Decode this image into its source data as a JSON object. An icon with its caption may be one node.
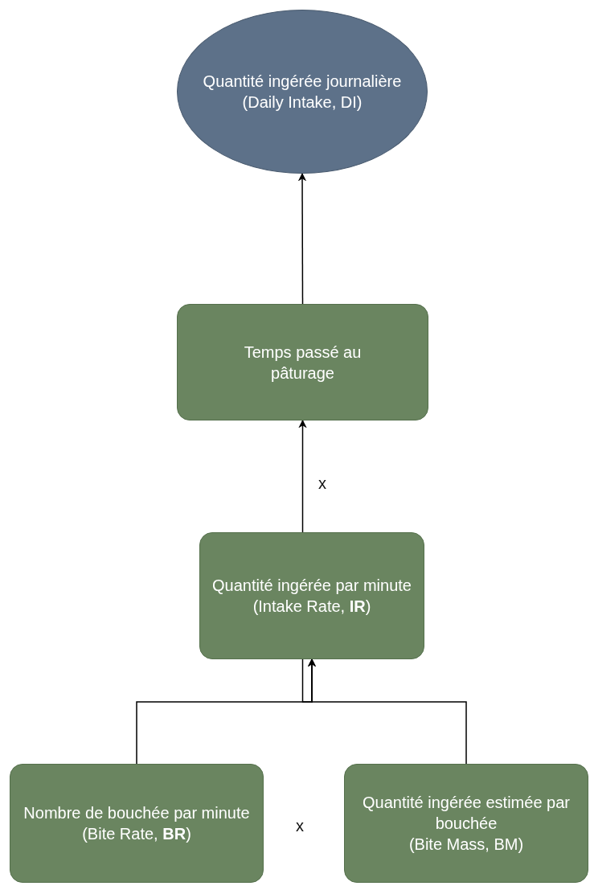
{
  "diagram": {
    "nodes": [
      {
        "text": [
          "Quantité ingérée journalière",
          "(Daily Intake, DI)"
        ]
      },
      {
        "text": [
          "Temps passé au pâturage"
        ]
      },
      {
        "text": [
          "Quantité ingérée par minute",
          "(Intake Rate, **IR**)"
        ]
      },
      {
        "text": [
          "Nombre de bouchée par minute",
          "(Bite Rate, **BR**)"
        ]
      },
      {
        "text": [
          "Quantité ingérée estimée par bouchée",
          "(Bite Mass, BM)"
        ]
      }
    ],
    "edges": [
      {
        "from": 1,
        "to": 0,
        "arrow": "to"
      },
      {
        "from": 2,
        "to": 1,
        "arrow": "to"
      },
      {
        "from": 3,
        "to": 2,
        "arrow": "to"
      },
      {
        "from": 4,
        "to": 2,
        "arrow": "to"
      }
    ],
    "labels": [
      "x",
      "x"
    ]
  }
}
